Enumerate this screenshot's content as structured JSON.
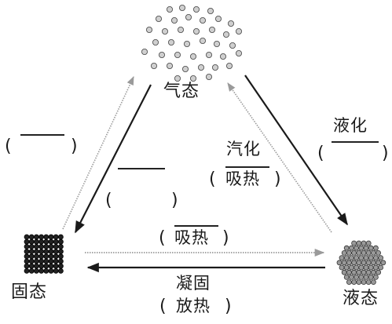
{
  "states": {
    "gas": "气态",
    "solid": "固态",
    "liquid": "液态"
  },
  "processes": {
    "liquefaction": "液化",
    "vaporization": "汽化",
    "vaporization_heat": "吸热",
    "melting_heat": "吸热",
    "solidification": "凝固",
    "solidification_heat": "放热"
  },
  "symbols": {
    "open_paren": "(",
    "close_paren": ")"
  },
  "colors": {
    "ink": "#1a1a1a",
    "faint_arrow": "#999999",
    "particle_fill": "#b0b0b0"
  }
}
